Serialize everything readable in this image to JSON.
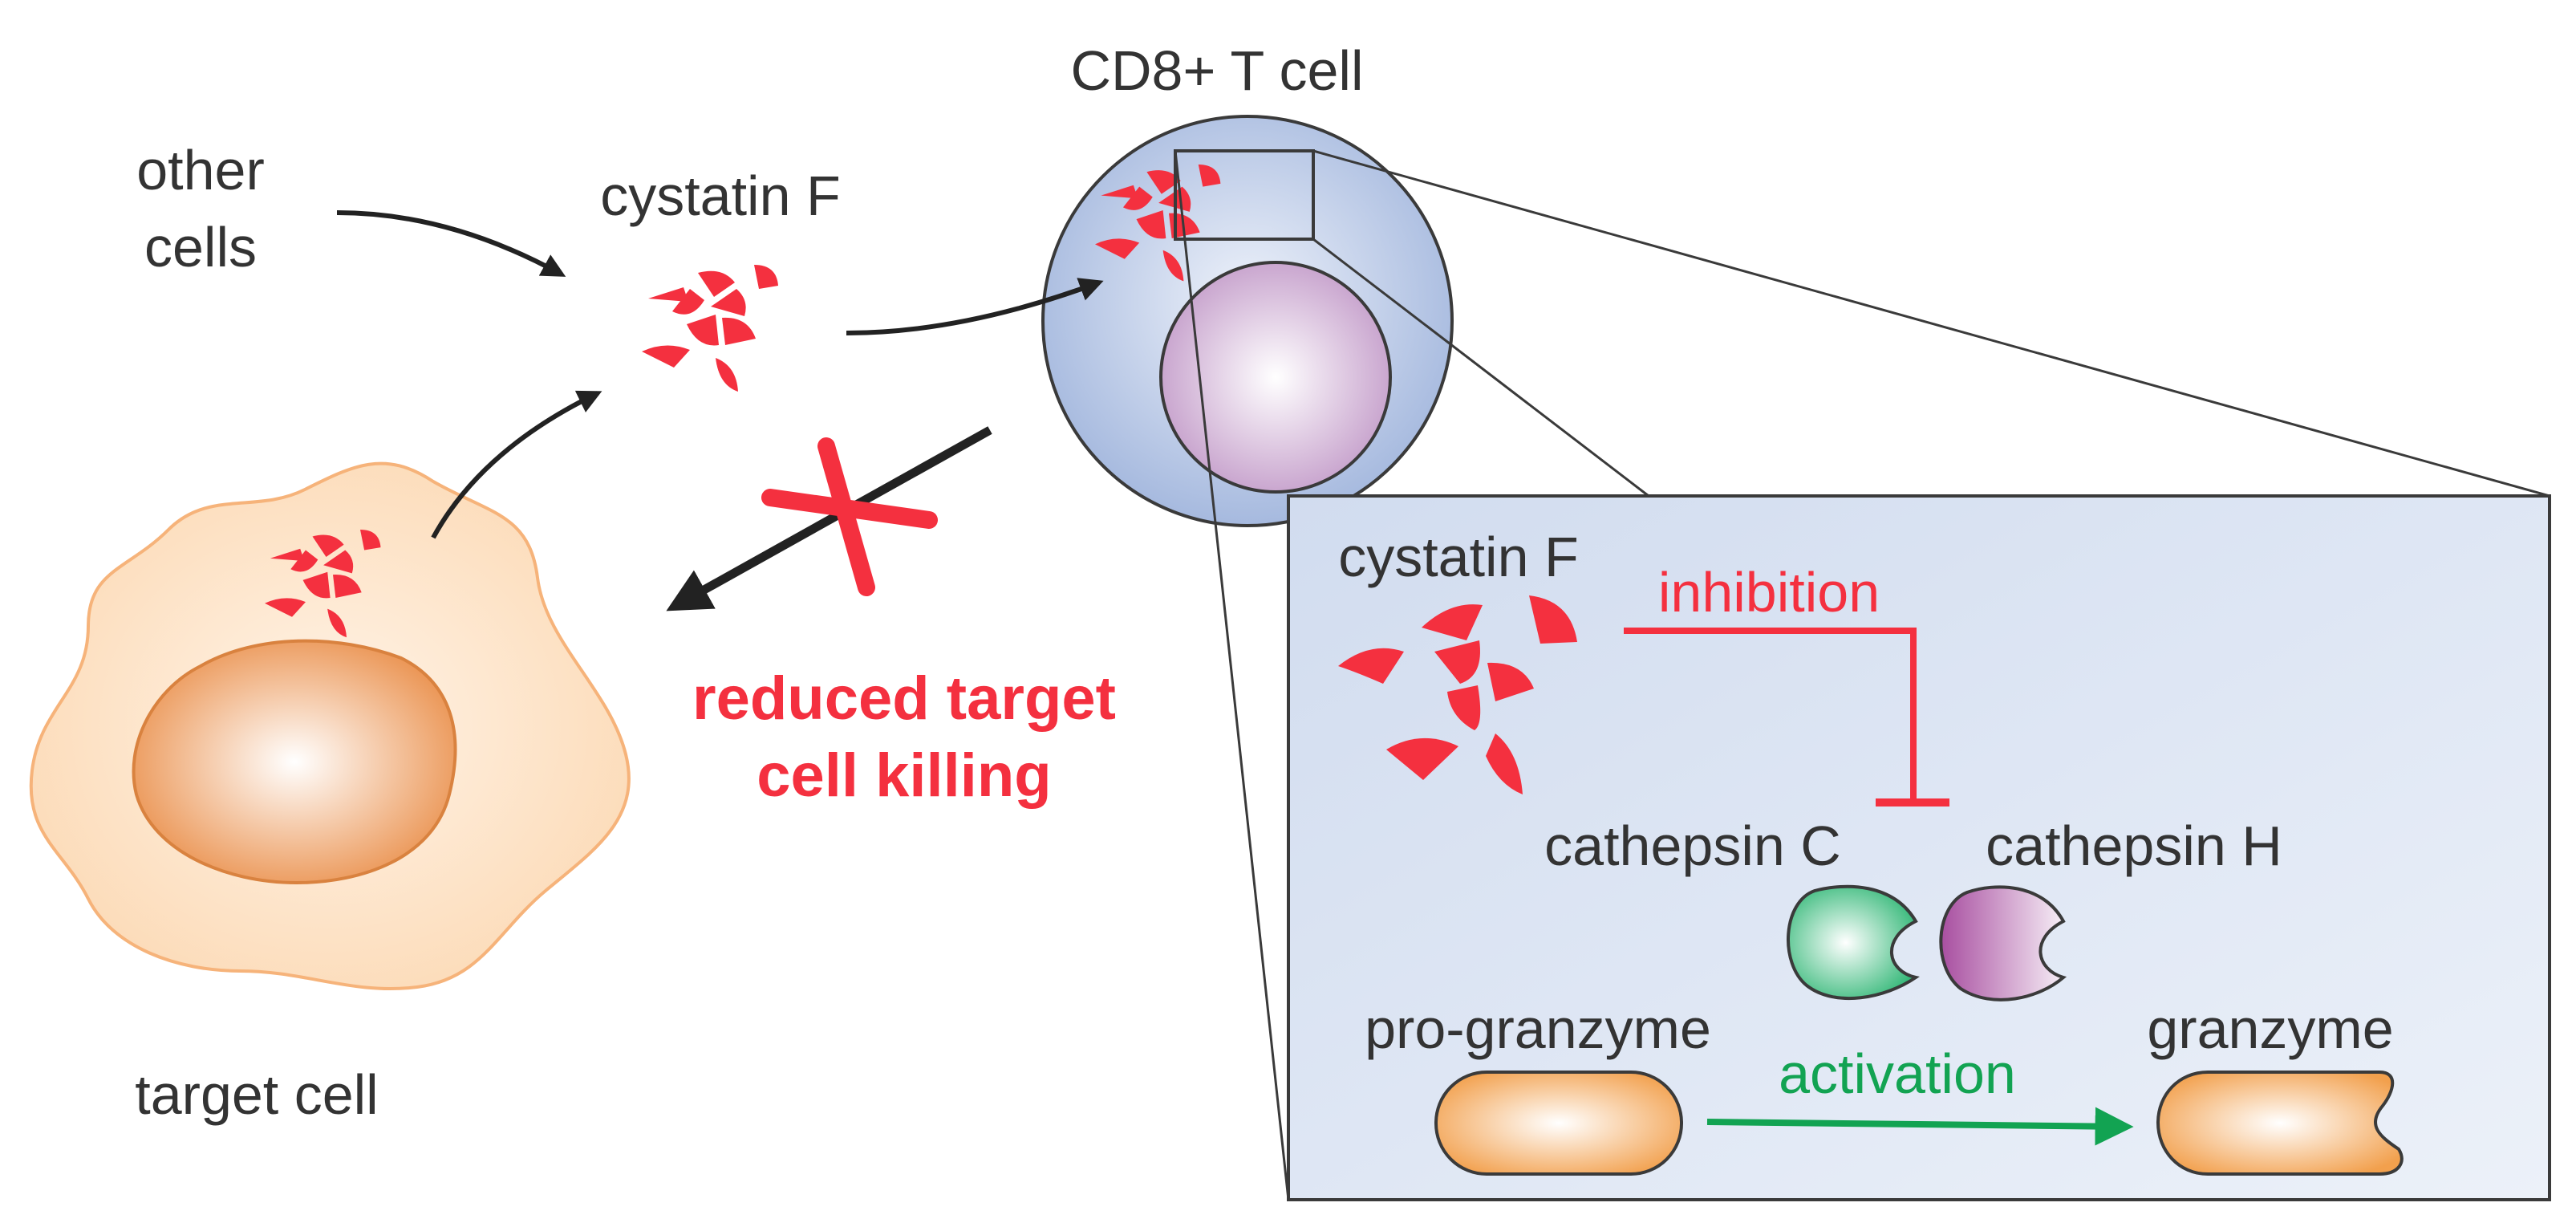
{
  "labels": {
    "title": "CD8+ T cell",
    "other_cells_line1": "other",
    "other_cells_line2": "cells",
    "cystatin_main": "cystatin F",
    "reduced_line1": "reduced target",
    "reduced_line2": "cell killing",
    "target_cell": "target cell",
    "inset_cystatin": "cystatin F",
    "inhibition": "inhibition",
    "cathepsin_c": "cathepsin C",
    "cathepsin_h": "cathepsin H",
    "pro_granzyme": "pro-granzyme",
    "granzyme": "granzyme",
    "activation": "activation"
  },
  "colors": {
    "cystatin_red": "#f4303f",
    "inhibition_red": "#f4303f",
    "activation_green": "#12a352",
    "t_cell_blue": "#a9bde0",
    "nucleus_purple": "#c9a8cf",
    "target_cell_peach": "#fde0c2",
    "target_nucleus_orange": "#ee9a5a",
    "cathepsin_c_green": "#3fc183",
    "cathepsin_h_purple": "#b85fae",
    "granzyme_orange": "#f5a855",
    "inset_background": "#dbe4f3"
  }
}
